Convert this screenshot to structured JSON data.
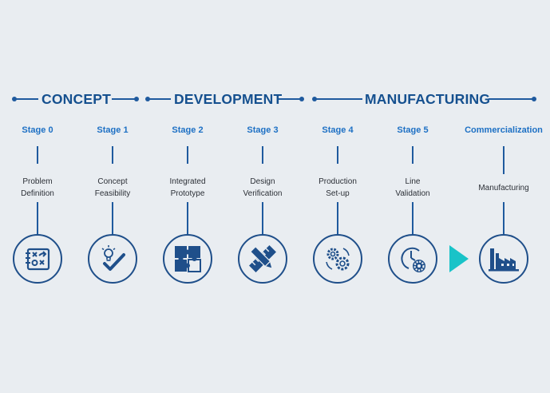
{
  "phases": [
    {
      "title": "CONCEPT"
    },
    {
      "title": "DEVELOPMENT"
    },
    {
      "title": "MANUFACTURING"
    }
  ],
  "stages": [
    {
      "label": "Stage 0",
      "desc_line1": "Problem",
      "desc_line2": "Definition",
      "icon": "problem-definition-icon"
    },
    {
      "label": "Stage 1",
      "desc_line1": "Concept",
      "desc_line2": "Feasibility",
      "icon": "lightbulb-check-icon"
    },
    {
      "label": "Stage 2",
      "desc_line1": "Integrated",
      "desc_line2": "Prototype",
      "icon": "puzzle-icon"
    },
    {
      "label": "Stage 3",
      "desc_line1": "Design",
      "desc_line2": "Verification",
      "icon": "pencil-ruler-icon"
    },
    {
      "label": "Stage 4",
      "desc_line1": "Production",
      "desc_line2": "Set-up",
      "icon": "gears-icon"
    },
    {
      "label": "Stage 5",
      "desc_line1": "Line",
      "desc_line2": "Validation",
      "icon": "clock-gear-icon"
    },
    {
      "label": "Commercialization",
      "desc_line1": "Manufacturing",
      "desc_line2": "",
      "icon": "factory-icon"
    }
  ],
  "colors": {
    "background": "#e9edf1",
    "primary": "#1f5a9e",
    "stage_label": "#1d70c4",
    "arrow_accent": "#19c3c8"
  }
}
